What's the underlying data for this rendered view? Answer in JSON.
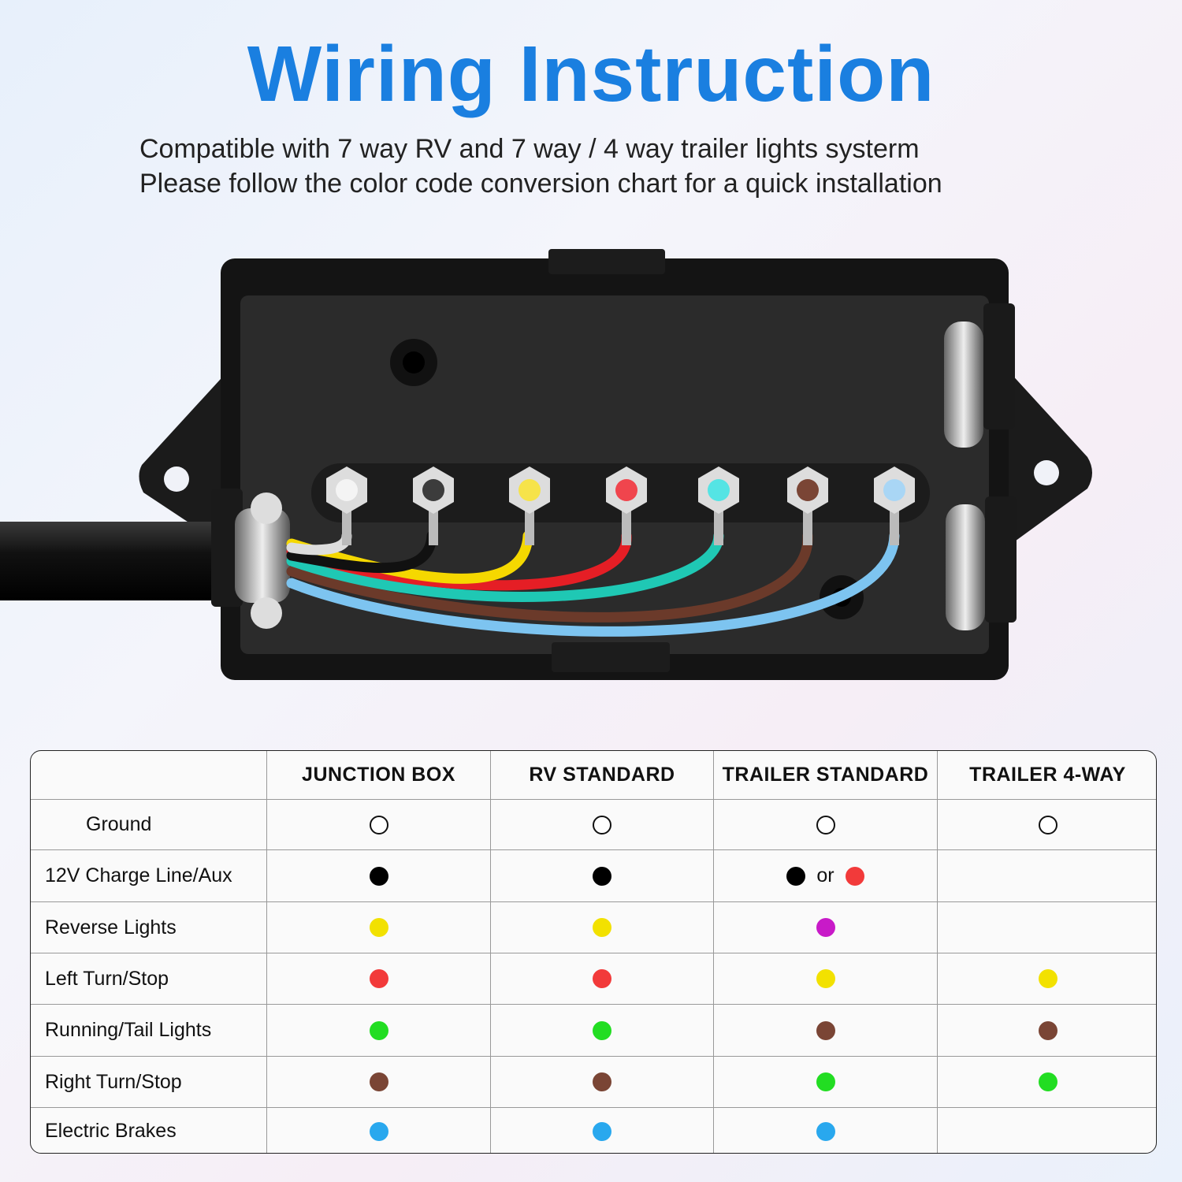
{
  "header": {
    "title": "Wiring Instruction",
    "subtitle_1": "Compatible with 7 way RV and 7 way / 4 way trailer lights systerm",
    "subtitle_2": "Please follow the color code conversion chart for a quick installation"
  },
  "colors": {
    "title": "#1a7fe0",
    "white": "#ffffff",
    "black": "#000000",
    "yellow": "#f2e100",
    "red": "#f23a3a",
    "green": "#22dd22",
    "brown": "#7a4535",
    "blue": "#29a8ee",
    "purple": "#c81ac8"
  },
  "table": {
    "columns": [
      "",
      "JUNCTION BOX",
      "RV STANDARD",
      "TRAILER STANDARD",
      "TRAILER 4-WAY"
    ],
    "or_text": "or",
    "rows": [
      {
        "label": "Ground",
        "junction": "white",
        "rv": "white",
        "trailer": "white",
        "trailer4": "white"
      },
      {
        "label": "12V Charge Line/Aux",
        "junction": "black",
        "rv": "black",
        "trailer": "black|red",
        "trailer4": ""
      },
      {
        "label": "Reverse Lights",
        "junction": "yellow",
        "rv": "yellow",
        "trailer": "purple",
        "trailer4": ""
      },
      {
        "label": "Left Turn/Stop",
        "junction": "red",
        "rv": "red",
        "trailer": "yellow",
        "trailer4": "yellow"
      },
      {
        "label": "Running/Tail Lights",
        "junction": "green",
        "rv": "green",
        "trailer": "brown",
        "trailer4": "brown"
      },
      {
        "label": "Right Turn/Stop",
        "junction": "brown",
        "rv": "brown",
        "trailer": "green",
        "trailer4": "green"
      },
      {
        "label": "Electric Brakes",
        "junction": "blue",
        "rv": "blue",
        "trailer": "blue",
        "trailer4": ""
      }
    ]
  },
  "diagram": {
    "terminals": [
      "white",
      "black",
      "yellow",
      "red",
      "cyan",
      "brown",
      "lightblue"
    ]
  }
}
